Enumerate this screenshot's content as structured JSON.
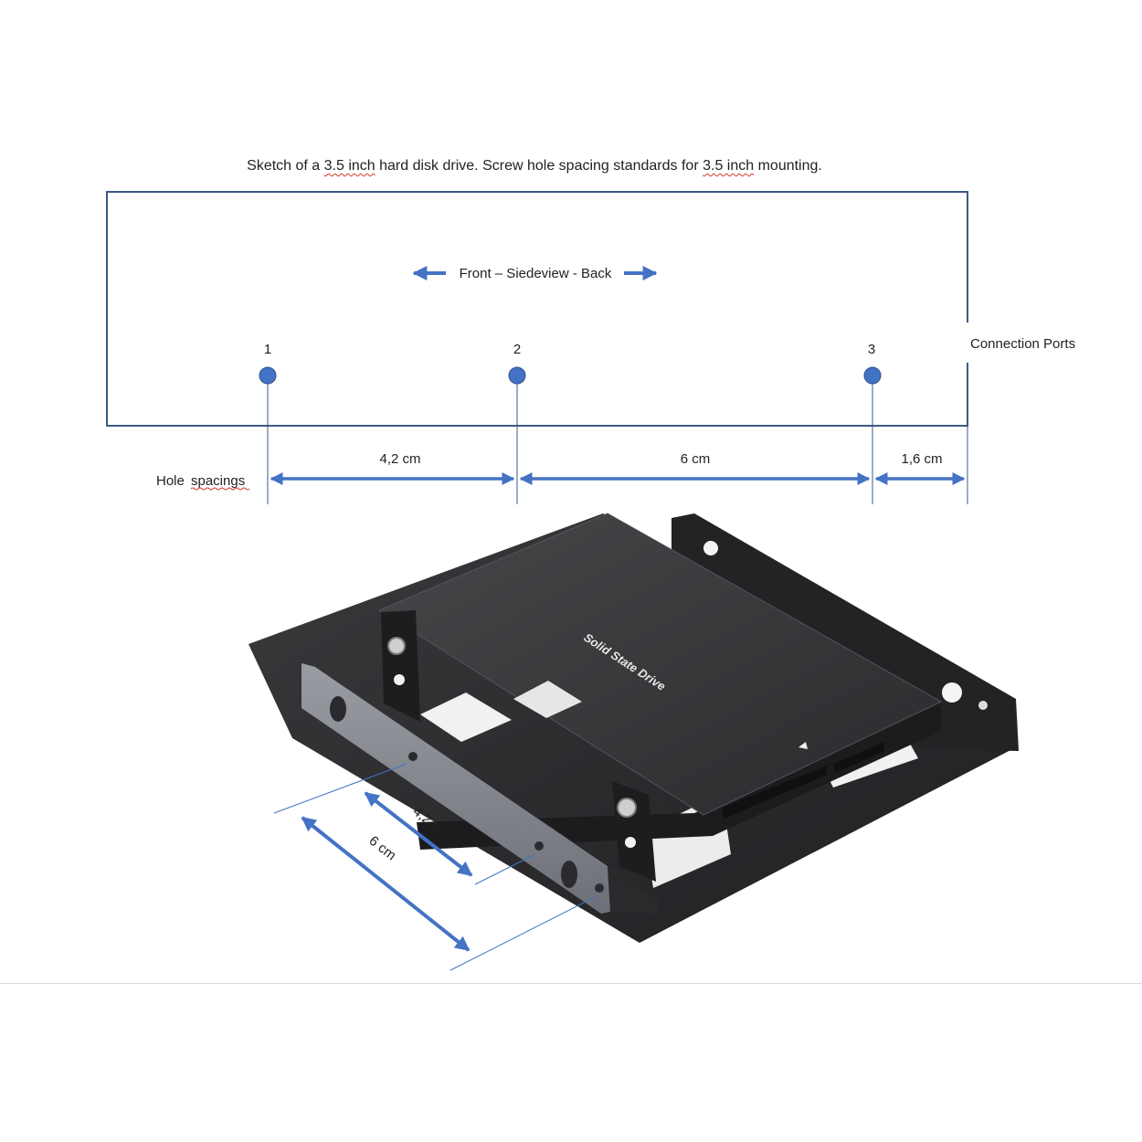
{
  "title": {
    "part1": "Sketch of a ",
    "term1": "3.5 inch",
    "part2": " hard disk drive. Screw hole spacing standards for ",
    "term2": "3.5 inch",
    "part3": " mounting."
  },
  "sideview_label": "Front – Siedeview - Back",
  "connection_ports_label": "Connection Ports",
  "holes": [
    {
      "label": "1"
    },
    {
      "label": "2"
    },
    {
      "label": "3"
    }
  ],
  "hole_spacings": {
    "prefix": "Hole",
    "label": "spacings",
    "segments": [
      "4,2 cm",
      "6 cm",
      "1,6 cm"
    ]
  },
  "photo": {
    "drive_label": "Solid State Drive",
    "dims": [
      "4,2 cm",
      "6 cm"
    ]
  },
  "colors": {
    "outline": "#3b5a86",
    "hole_fill": "#4472c4",
    "arrow": "#4472c4",
    "spellcheck": "#d23a2a"
  }
}
